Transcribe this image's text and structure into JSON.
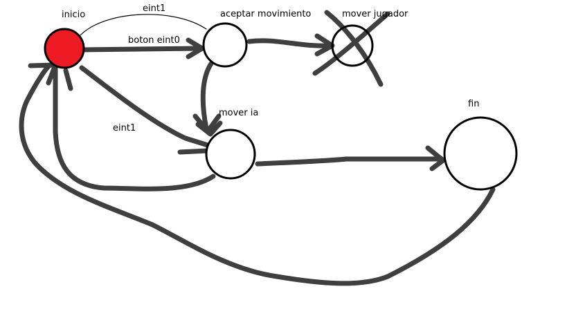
{
  "diagram": {
    "states": {
      "inicio": {
        "label": "inicio",
        "fill": "#ed1c24"
      },
      "aceptar": {
        "label": "aceptar movimiento"
      },
      "mover_jugador": {
        "label": "mover jugador",
        "crossed_out": true
      },
      "mover_ia": {
        "label": "mover ia"
      },
      "fin": {
        "label": "fin"
      }
    },
    "transitions": {
      "inicio_to_aceptar_thin": {
        "label": "eint1"
      },
      "inicio_to_aceptar": {
        "label": "boton eint0"
      },
      "inicio_to_mover_ia": {
        "label": "eint1"
      }
    },
    "colors": {
      "stroke": "#3f3f3f",
      "node_outline": "#000000",
      "start_fill": "#ed1c24"
    }
  }
}
